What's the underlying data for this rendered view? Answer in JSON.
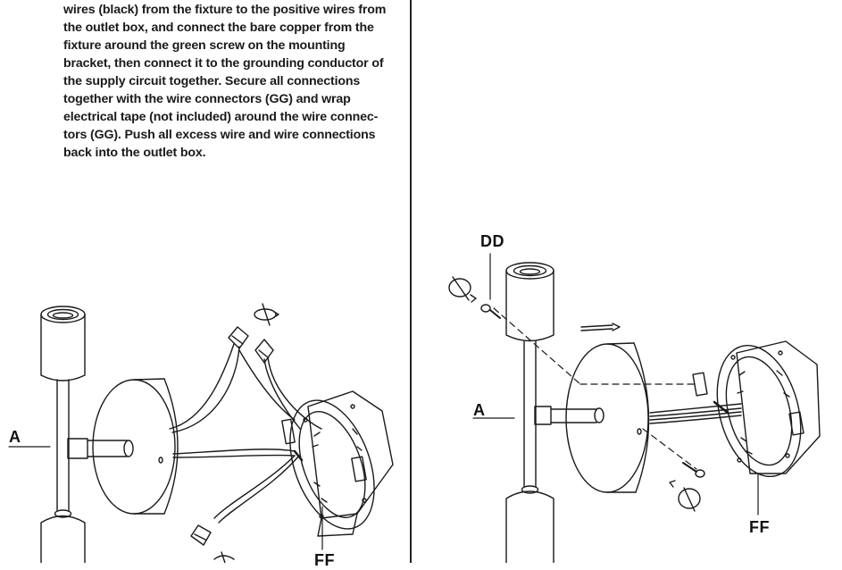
{
  "instructions": {
    "lines": [
      "wires (black) from the fixture to the positive wires from",
      "the outlet box, and connect the bare copper from the",
      "fixture around the green screw on the mounting",
      "bracket, then connect it to the grounding conductor of",
      "the supply circuit together. Secure all connections",
      "together with the wire connectors (GG) and wrap",
      "electrical tape (not included) around the wire connec-",
      "tors (GG). Push all excess wire and wire connections",
      "back into the outlet box."
    ]
  },
  "left_diagram": {
    "label_a": "A",
    "label_ff": "FF"
  },
  "right_diagram": {
    "label_a": "A",
    "label_dd": "DD",
    "label_ff": "FF"
  }
}
